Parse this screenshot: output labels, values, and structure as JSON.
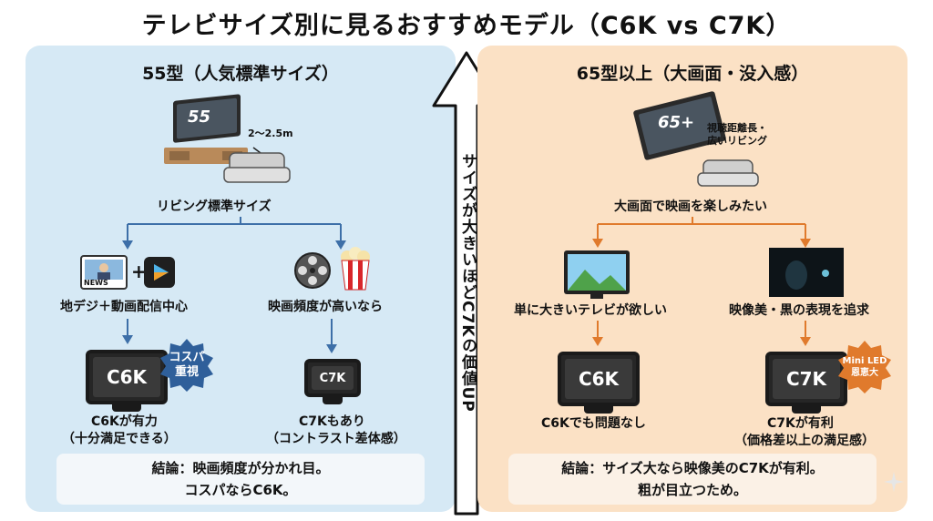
{
  "title": "テレビサイズ別に見るおすすめモデル（C6K vs C7K）",
  "center_arrow": "サイズが大きいほどC7Kの価値UP",
  "left": {
    "heading": "55型（人気標準サイズ）",
    "tv_size": "55",
    "distance": "2〜2.5m",
    "caption": "リビング標準サイズ",
    "branch1": {
      "label": "地デジ＋動画配信中心",
      "news": "NEWS",
      "plus": "+",
      "model": "C6K",
      "badge": "コスパ\n重視",
      "result1": "C6Kが有力",
      "result2": "（十分満足できる）"
    },
    "branch2": {
      "label": "映画頻度が高いなら",
      "model": "C7K",
      "result1": "C7Kもあり",
      "result2": "（コントラスト差体感）"
    },
    "conclusion1": "結論：映画頻度が分かれ目。",
    "conclusion2": "コスパならC6K。"
  },
  "right": {
    "heading": "65型以上（大画面・没入感）",
    "tv_size": "65+",
    "distance1": "視聴距離長・",
    "distance2": "広いリビング",
    "caption": "大画面で映画を楽しみたい",
    "branch1": {
      "label": "単に大きいテレビが欲しい",
      "model": "C6K",
      "result1": "C6Kでも問題なし"
    },
    "branch2": {
      "label": "映像美・黒の表現を追求",
      "model": "C7K",
      "badge": "Mini LED\n恩恵大",
      "result1": "C7Kが有利",
      "result2": "（価格差以上の満足感）"
    },
    "conclusion1": "結論：サイズ大なら映像美のC7Kが有利。",
    "conclusion2": "粗が目立つため。"
  },
  "colors": {
    "left_bg": "#d6e9f5",
    "right_bg": "#fbe1c5",
    "blue_arrow": "#3d6fa8",
    "orange_arrow": "#e07a2c",
    "badge_blue": "#2f5f9a",
    "badge_orange": "#e07a2c"
  }
}
